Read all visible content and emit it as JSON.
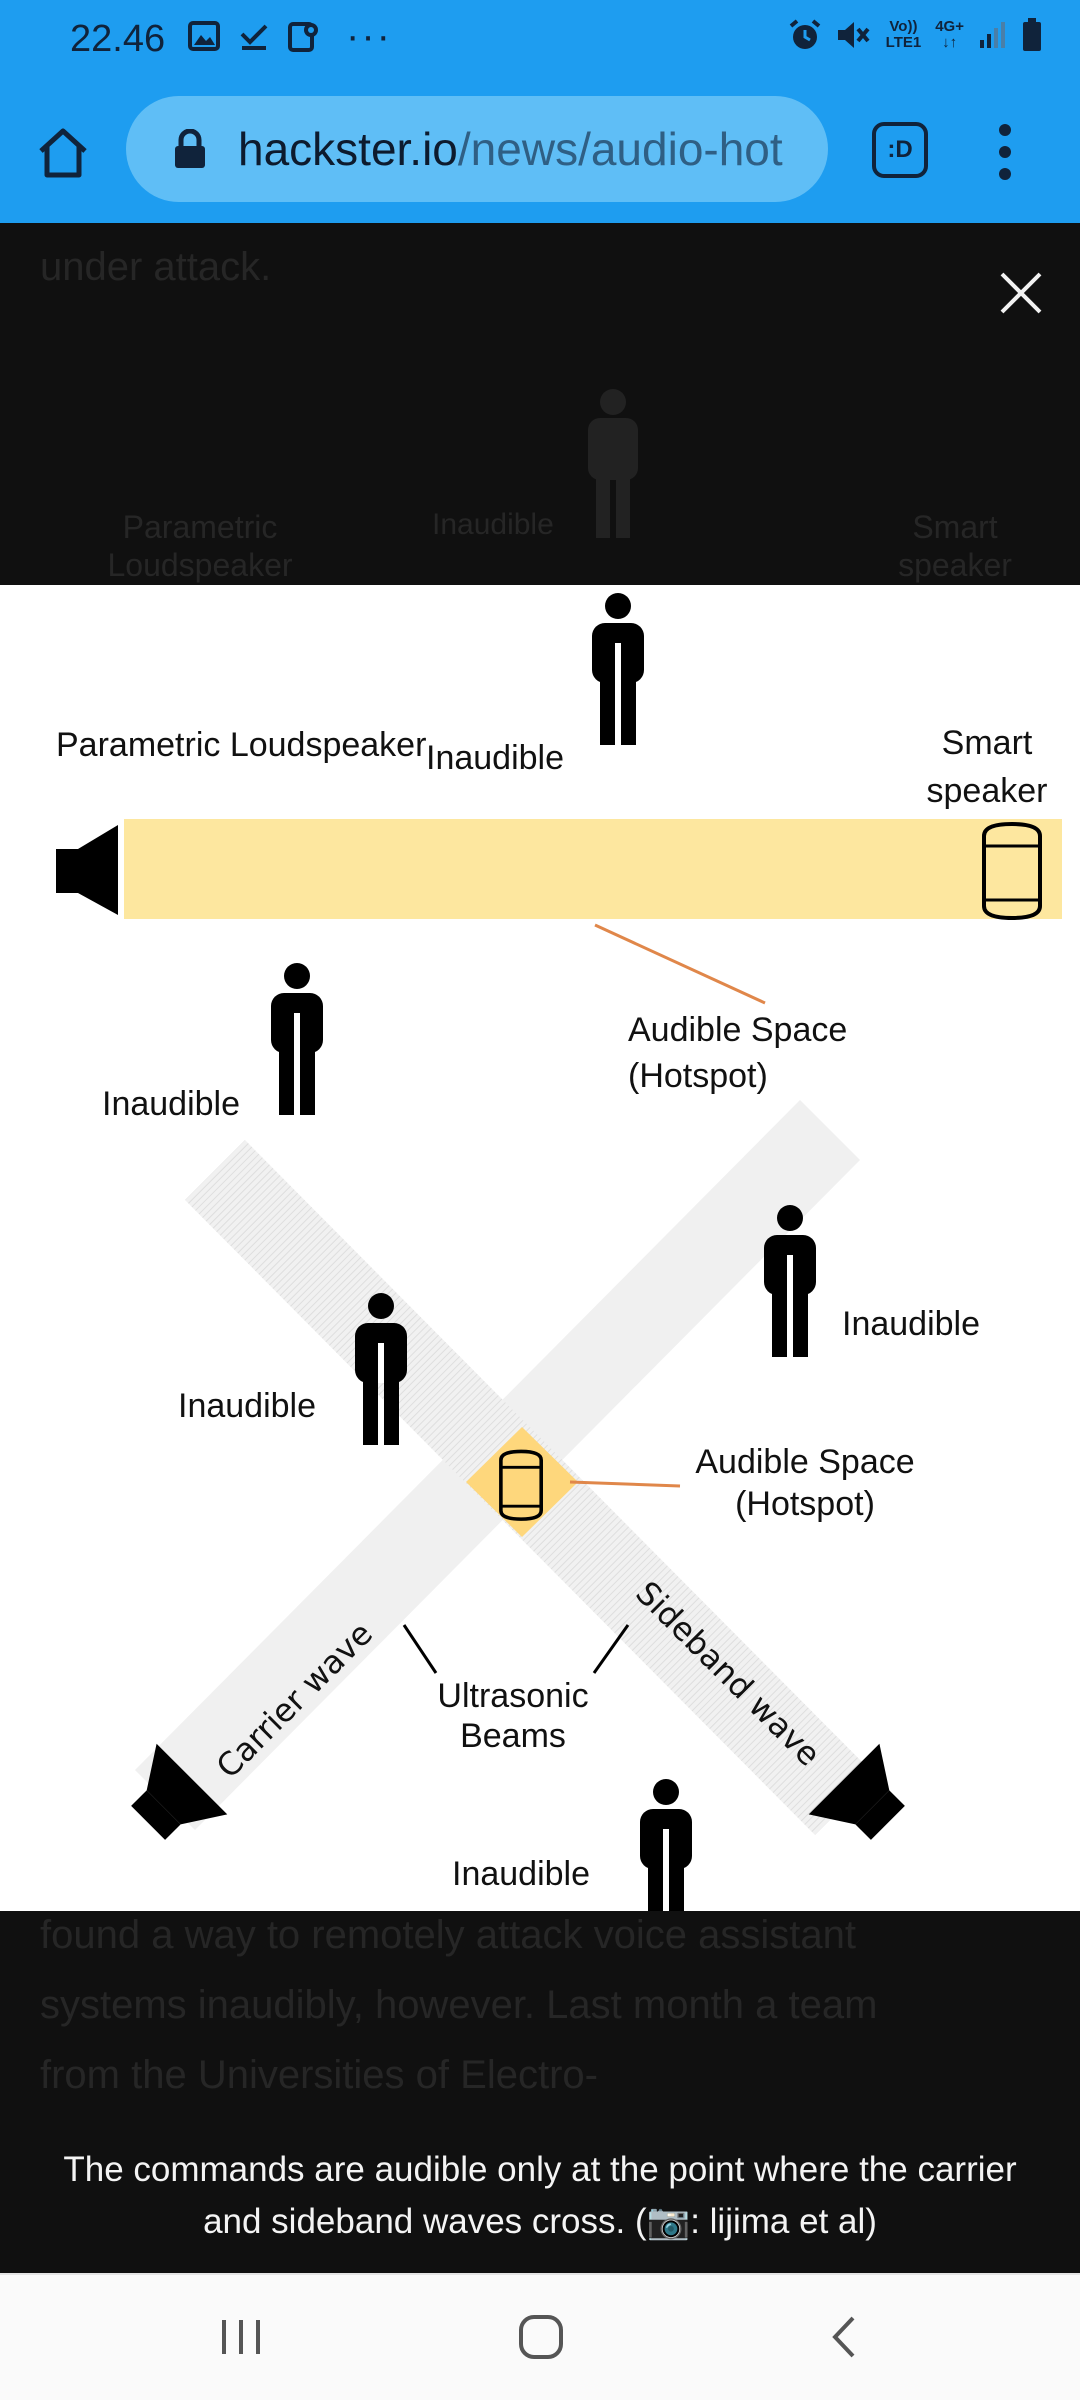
{
  "status_bar": {
    "time": "22.46",
    "more": "···",
    "network_label_top": "Vo))",
    "network_label_bottom": "LTE1",
    "network_type": "4G+",
    "icons_left": [
      "gallery-icon",
      "download-done-icon",
      "location-icon"
    ],
    "icons_right": [
      "alarm-icon",
      "mute-icon",
      "signal-icon",
      "battery-icon"
    ]
  },
  "browser": {
    "url_host": "hackster.io",
    "url_path": "/news/audio-hot",
    "tabs_label": ":D"
  },
  "background_text": {
    "top_line": "under attack.",
    "faded_left": "Parametric Loudspeaker",
    "faded_mid": "Inaudible",
    "faded_right": "Smart speaker",
    "lines_bottom": [
      "found a way to remotely attack voice assistant",
      "systems inaudibly, however. Last month a team",
      "from the Universities of Electro-"
    ]
  },
  "figure": {
    "top_left_label": "Parametric Loudspeaker",
    "top_right_label": "Smart speaker",
    "top_inaudible_1": "Inaudible",
    "top_inaudible_2": "Inaudible",
    "hotspot_top_line1": "Audible Space",
    "hotspot_top_line2": "(Hotspot)",
    "bottom_inaudible_left": "Inaudible",
    "bottom_inaudible_right": "Inaudible",
    "bottom_inaudible_base": "Inaudible",
    "hotspot_bottom_line1": "Audible Space",
    "hotspot_bottom_line2": "(Hotspot)",
    "carrier_wave": "Carrier wave",
    "sideband_wave": "Sideband wave",
    "beams_line1": "Ultrasonic",
    "beams_line2": "Beams"
  },
  "caption": {
    "text": "The commands are audible only at the point where the carrier and sideband waves cross. (📷: lijima et al)"
  },
  "colors": {
    "chrome_blue": "#1e9df0",
    "beam_yellow": "#fde79f",
    "hotspot_yellow": "#fed77c",
    "beam_gray": "#f0f0f0",
    "leader_orange": "#e0874a"
  }
}
